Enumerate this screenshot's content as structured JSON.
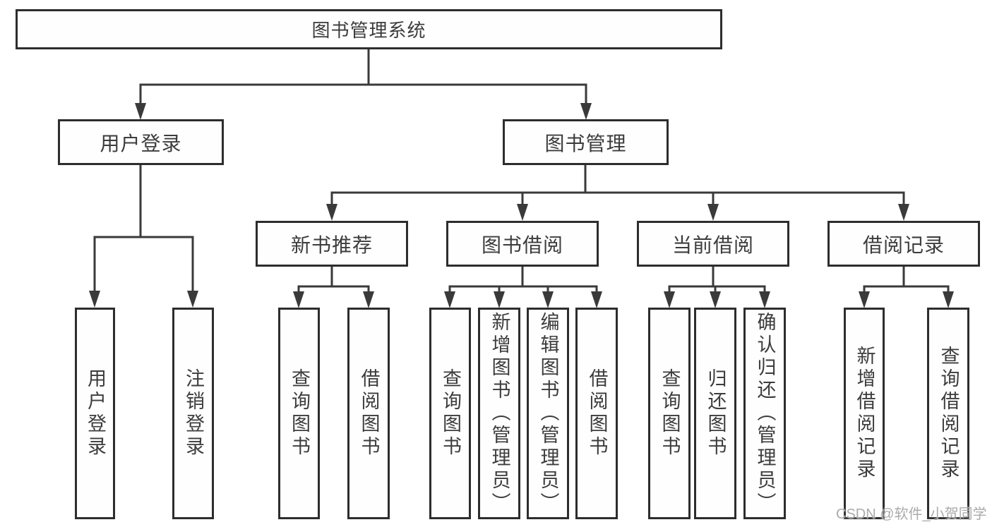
{
  "tree": {
    "root": {
      "label": "图书管理系统",
      "children": [
        {
          "label": "用户登录",
          "children": [
            {
              "label": "用户登录"
            },
            {
              "label": "注销登录"
            }
          ]
        },
        {
          "label": "图书管理",
          "children": [
            {
              "label": "新书推荐",
              "children": [
                {
                  "label": "查询图书"
                },
                {
                  "label": "借阅图书"
                }
              ]
            },
            {
              "label": "图书借阅",
              "children": [
                {
                  "label": "查询图书"
                },
                {
                  "label": "新增图书（管理员）"
                },
                {
                  "label": "编辑图书（管理员）"
                },
                {
                  "label": "借阅图书"
                }
              ]
            },
            {
              "label": "当前借阅",
              "children": [
                {
                  "label": "查询图书"
                },
                {
                  "label": "归还图书"
                },
                {
                  "label": "确认归还（管理员）"
                }
              ]
            },
            {
              "label": "借阅记录",
              "children": [
                {
                  "label": "新增借阅记录"
                },
                {
                  "label": "查询借阅记录"
                }
              ]
            }
          ]
        }
      ]
    }
  },
  "watermark": {
    "text": "CSDN @软件_小贺同学"
  },
  "colors": {
    "line": "#3a3a3a",
    "box_border": "#2d2d2d",
    "text": "#3c3c3c",
    "watermark": "#ababab",
    "background": "#ffffff"
  }
}
